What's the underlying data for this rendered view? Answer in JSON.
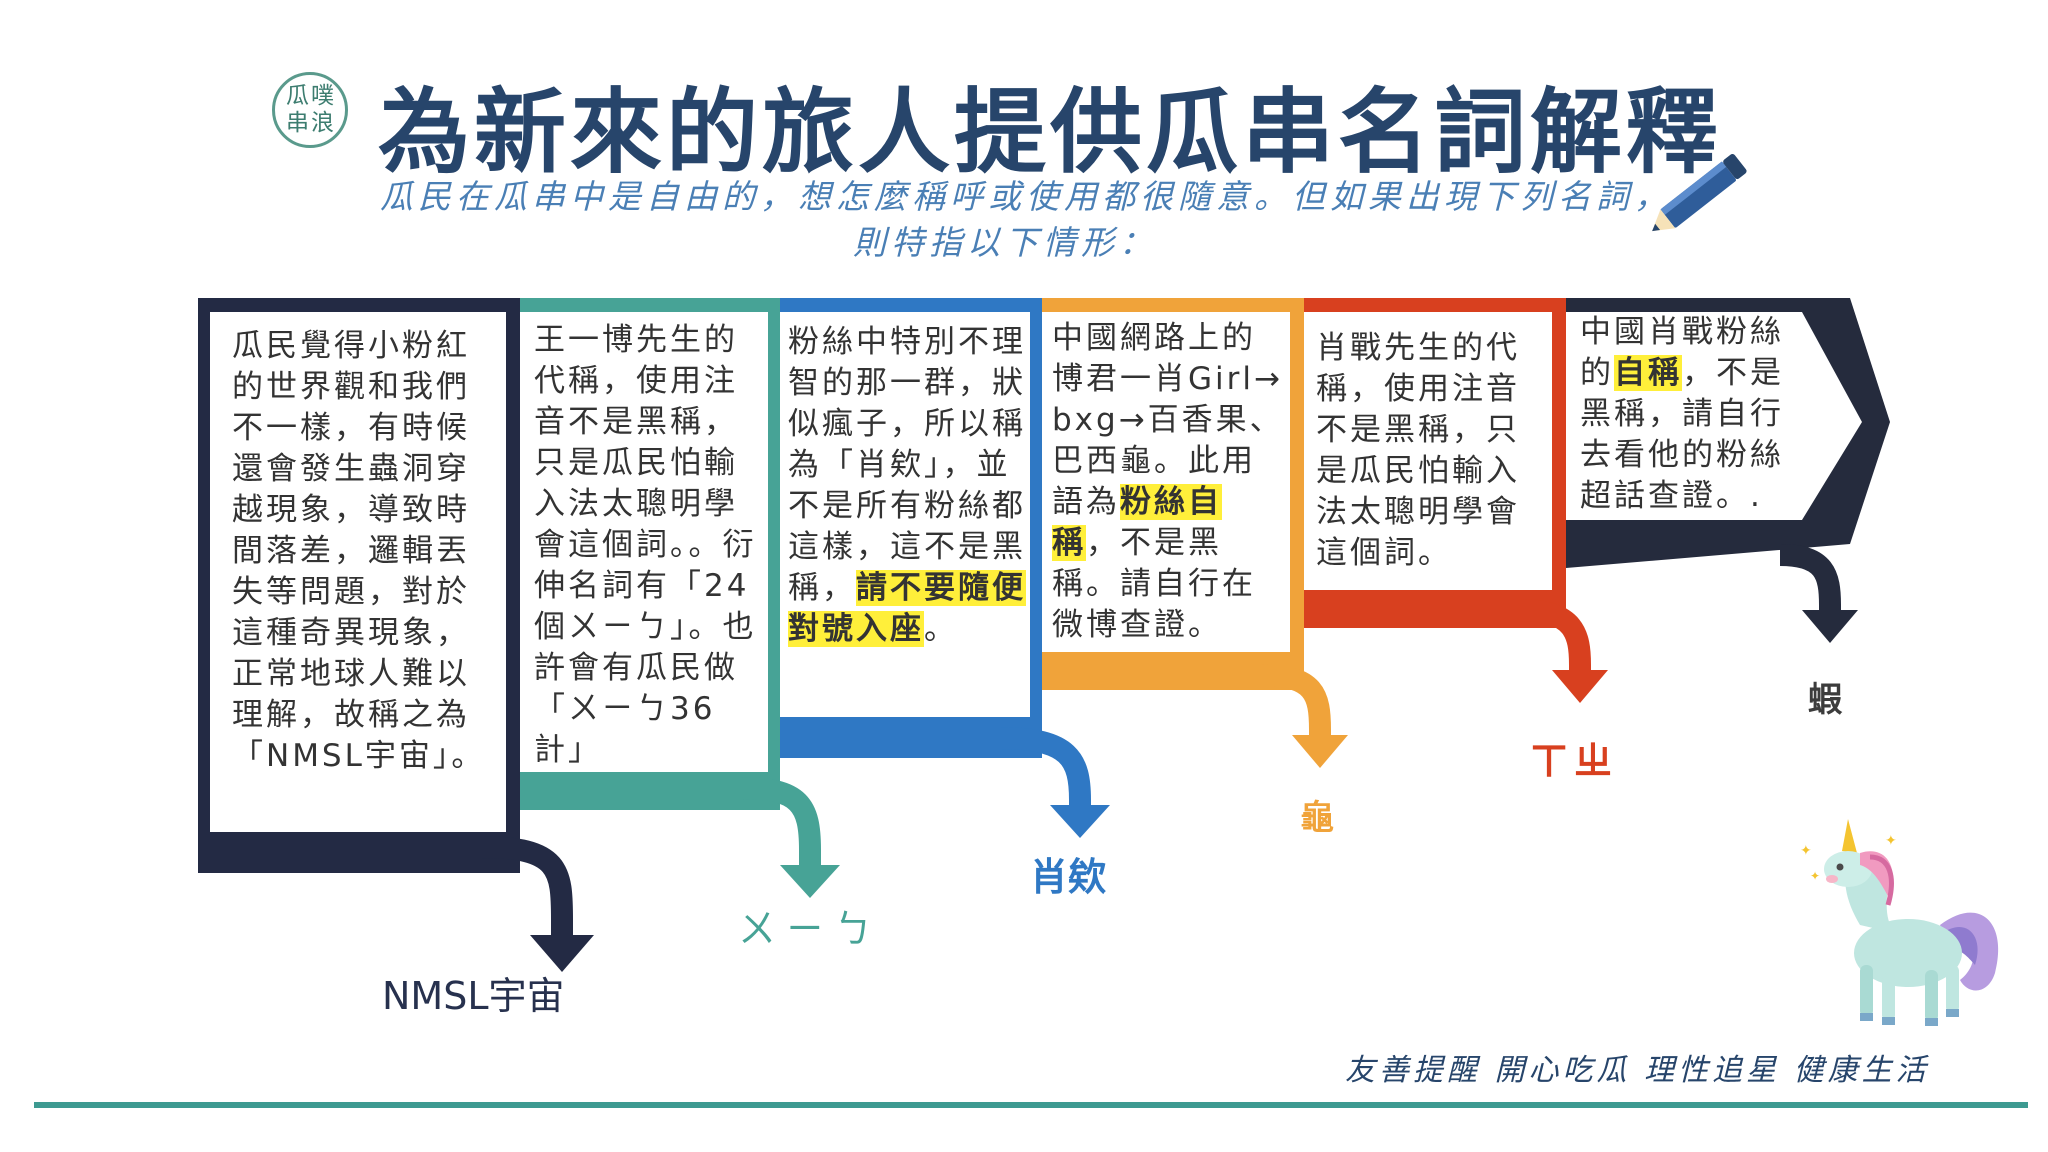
{
  "logo": {
    "text": "瓜噗串浪"
  },
  "title": "為新來的旅人提供瓜串名詞解釋",
  "subtitle": {
    "line1": "瓜民在瓜串中是自由的，想怎麼稱呼或使用都很隨意。但如果出現下列名詞，",
    "line2": "則特指以下情形："
  },
  "colors": {
    "navy": "#232a44",
    "teal": "#47a396",
    "blue": "#2f78c4",
    "orange": "#f0a33a",
    "red": "#d8401f",
    "dark": "#252b3d"
  },
  "cards": [
    {
      "segments": [
        {
          "text": "瓜民覺得小粉紅的世界觀和我們不一樣，有時候還會發生蟲洞穿越現象，導致時間落差，邏輯丟失等問題，對於這種奇異現象，正常地球人難以理解，故稱之為「NMSL宇宙」。",
          "hl": false
        }
      ],
      "term": "NMSL宇宙"
    },
    {
      "segments": [
        {
          "text": "王一博先生的代稱，使用注音不是黑稱，只是瓜民怕輸入法太聰明學會這個詞。。衍伸名詞有「24個ㄨㄧㄅ」。也許會有瓜民做「ㄨㄧㄅ36計」",
          "hl": false
        }
      ],
      "term": "ㄨㄧㄅ"
    },
    {
      "segments": [
        {
          "text": "粉絲中特別不理智的那一群，狀似瘋子，所以稱為「肖欸」，並不是所有粉絲都這樣，這不是黑稱，",
          "hl": false
        },
        {
          "text": "請不要隨便對號入座",
          "hl": true
        },
        {
          "text": "。",
          "hl": false
        }
      ],
      "term": "肖欸"
    },
    {
      "segments": [
        {
          "text": "中國網路上的博君一肖Girl→bxg→百香果、巴西龜。此用語為",
          "hl": false
        },
        {
          "text": "粉絲自稱",
          "hl": true
        },
        {
          "text": "，不是黑稱。請自行在微博查證。",
          "hl": false
        }
      ],
      "term": "龜"
    },
    {
      "segments": [
        {
          "text": "肖戰先生的代稱，使用注音不是黑稱，只是瓜民怕輸入法太聰明學會這個詞。",
          "hl": false
        }
      ],
      "term": "ㄒㄓ"
    },
    {
      "segments": [
        {
          "text": "中國肖戰粉絲的",
          "hl": false
        },
        {
          "text": "自稱",
          "hl": true
        },
        {
          "text": "，不是黑稱，請自行去看他的粉絲超話查證。.",
          "hl": false
        }
      ],
      "term": "蝦"
    }
  ],
  "footer": "友善提醒 開心吃瓜 理性追星 健康生活",
  "icons": [
    "pencil-icon",
    "unicorn-icon"
  ]
}
